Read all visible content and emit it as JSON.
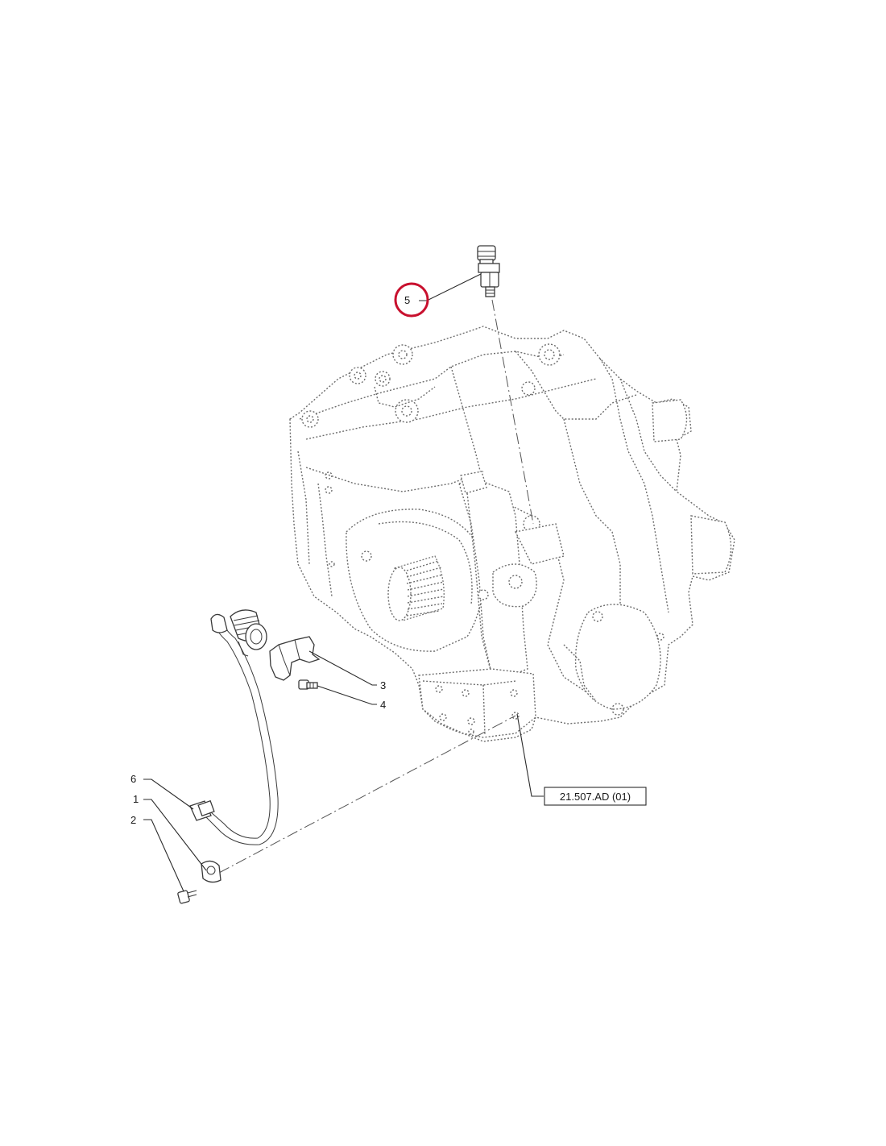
{
  "callouts": {
    "c1": "1",
    "c2": "2",
    "c3": "3",
    "c4": "4",
    "c5": "5",
    "c6": "6"
  },
  "reference": "21.507.AD (01)",
  "highlight_color": "#c8102e"
}
